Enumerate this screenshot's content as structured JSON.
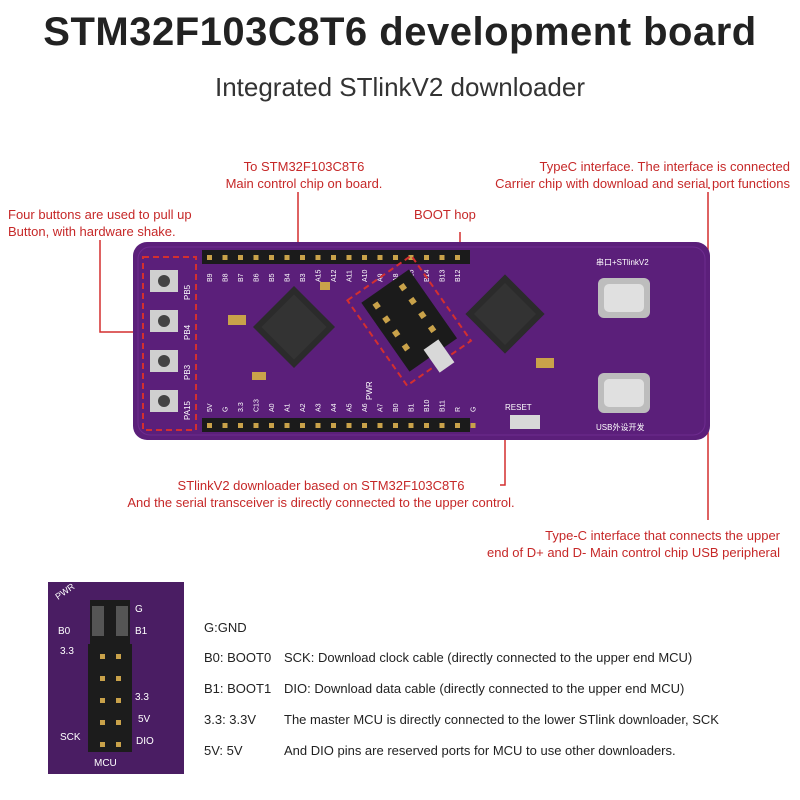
{
  "title": "STM32F103C8T6 development board",
  "subtitle": "Integrated STlinkV2 downloader",
  "callouts": {
    "chip": [
      "To STM32F103C8T6",
      "Main control chip on board."
    ],
    "typec_top": [
      "TypeC interface. The interface is connected",
      "Carrier chip with download and serial port functions"
    ],
    "buttons": [
      "Four buttons are used to pull up",
      "Button, with hardware shake."
    ],
    "boot": "BOOT hop",
    "stlink": [
      "STlinkV2 downloader based on STM32F103C8T6",
      "And the serial transceiver is directly connected to the upper control."
    ],
    "typec_bottom": [
      "Type-C interface that connects the upper",
      "end of D+ and D- Main control chip USB peripheral"
    ]
  },
  "board": {
    "labels": {
      "usb_top": "串口+STlinkV2",
      "usb_bottom": "USB外设开发",
      "reset": "RESET",
      "pb5": "PB5",
      "pb4": "PB4",
      "pb3": "PB3",
      "pa15": "PA15",
      "pwr": "PWR"
    },
    "top_pins": [
      "B9",
      "B8",
      "B7",
      "B6",
      "B5",
      "B4",
      "B3",
      "A15",
      "A12",
      "A11",
      "A10",
      "A9",
      "A8",
      "B15",
      "B14",
      "B13",
      "B12"
    ],
    "bottom_pins": [
      "5V",
      "G",
      "3.3",
      "C13",
      "A0",
      "A1",
      "A2",
      "A3",
      "A4",
      "A5",
      "A6",
      "A7",
      "B0",
      "B1",
      "B10",
      "B11",
      "R",
      "G"
    ]
  },
  "inset": {
    "labels": [
      "PWR",
      "G",
      "B0",
      "B1",
      "3.3",
      "3.3",
      "5V",
      "SCK",
      "DIO",
      "MCU"
    ]
  },
  "legend": {
    "left": [
      "G:GND",
      "B0: BOOT0",
      "B1: BOOT1",
      "3.3: 3.3V",
      "5V:  5V"
    ],
    "right": [
      "SCK: Download clock cable (directly connected to the upper end MCU)",
      "DIO: Download data cable (directly connected to the upper end MCU)",
      "The master MCU is directly connected to the lower STlink downloader, SCK",
      "And DIO pins are reserved ports for MCU to use other downloaders."
    ]
  },
  "colors": {
    "board": "#5b1f7a",
    "callout": "#d32f2f",
    "chip": "#2b2b2b",
    "gold": "#c9a24a"
  }
}
